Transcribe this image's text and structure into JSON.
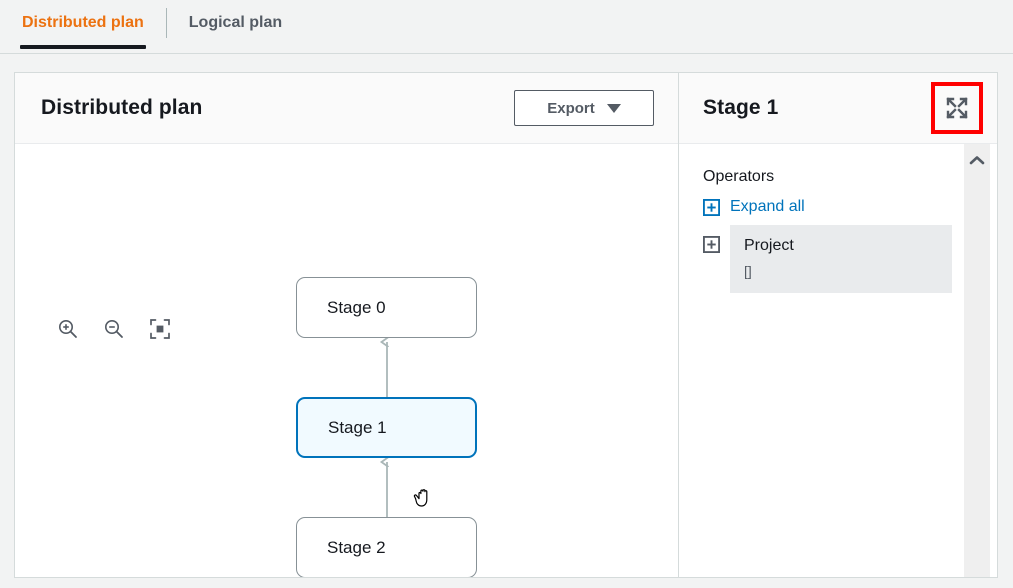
{
  "tabs": [
    {
      "label": "Distributed plan",
      "active": true
    },
    {
      "label": "Logical plan",
      "active": false
    }
  ],
  "left_panel": {
    "title": "Distributed plan",
    "export_label": "Export",
    "export_caret": "caret-down-icon",
    "tools": [
      {
        "name": "zoom-in-icon"
      },
      {
        "name": "zoom-out-icon"
      },
      {
        "name": "fit-to-screen-icon"
      }
    ],
    "graph": {
      "nodes": [
        {
          "label": "Stage 0",
          "selected": false
        },
        {
          "label": "Stage 1",
          "selected": true
        },
        {
          "label": "Stage 2",
          "selected": false
        }
      ],
      "edges": [
        {
          "from": "Stage 2",
          "to": "Stage 1"
        },
        {
          "from": "Stage 1",
          "to": "Stage 0"
        }
      ],
      "cursor": "grabbing-hand-cursor"
    }
  },
  "right_panel": {
    "title": "Stage 1",
    "expand_icon": "expand-fullscreen-icon",
    "operators_label": "Operators",
    "expand_all_label": "Expand all",
    "tree": [
      {
        "title": "Project",
        "sub": "[]"
      }
    ],
    "scroll_up_icon": "chevron-up-icon"
  },
  "colors": {
    "accent": "#ec7211",
    "link": "#0073bb",
    "highlight_box": "#ff0000",
    "selected_node_border": "#0073bb",
    "selected_node_fill": "#f1faff",
    "page_bg": "#f2f3f3"
  }
}
